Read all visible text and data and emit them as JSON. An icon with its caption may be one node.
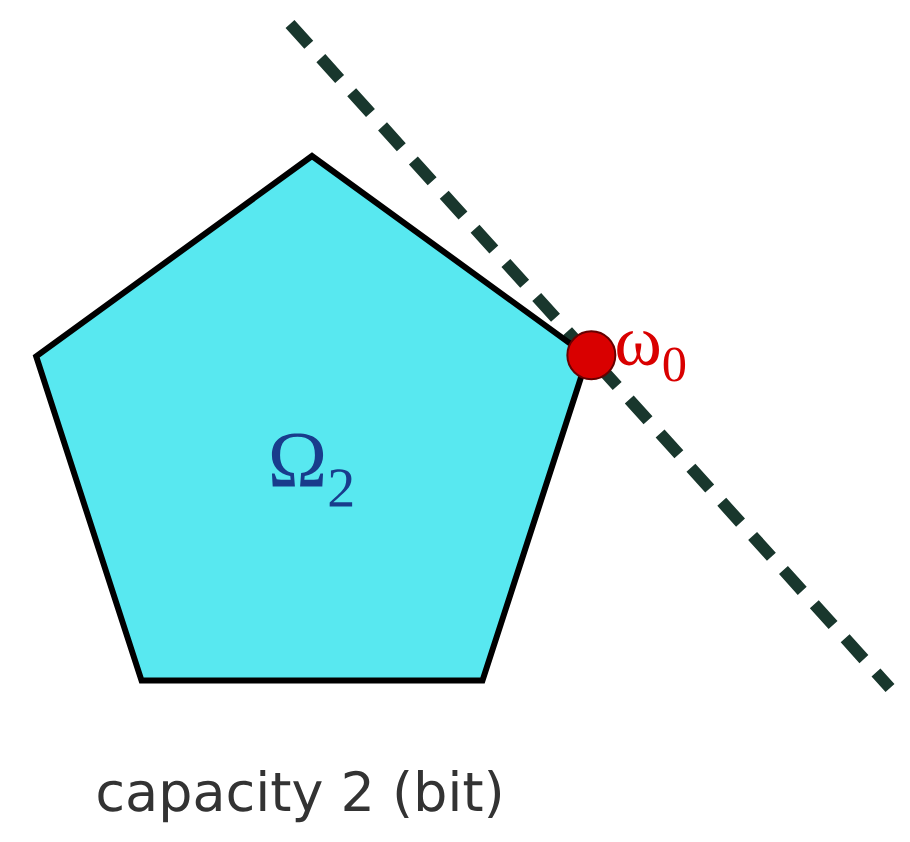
{
  "diagram": {
    "caption": "capacity 2 (bit)",
    "nodes": [
      {
        "text": [
          "Ω$_{2}$"
        ]
      }
    ],
    "labels": [
      "ω$_{0}$"
    ]
  }
}
